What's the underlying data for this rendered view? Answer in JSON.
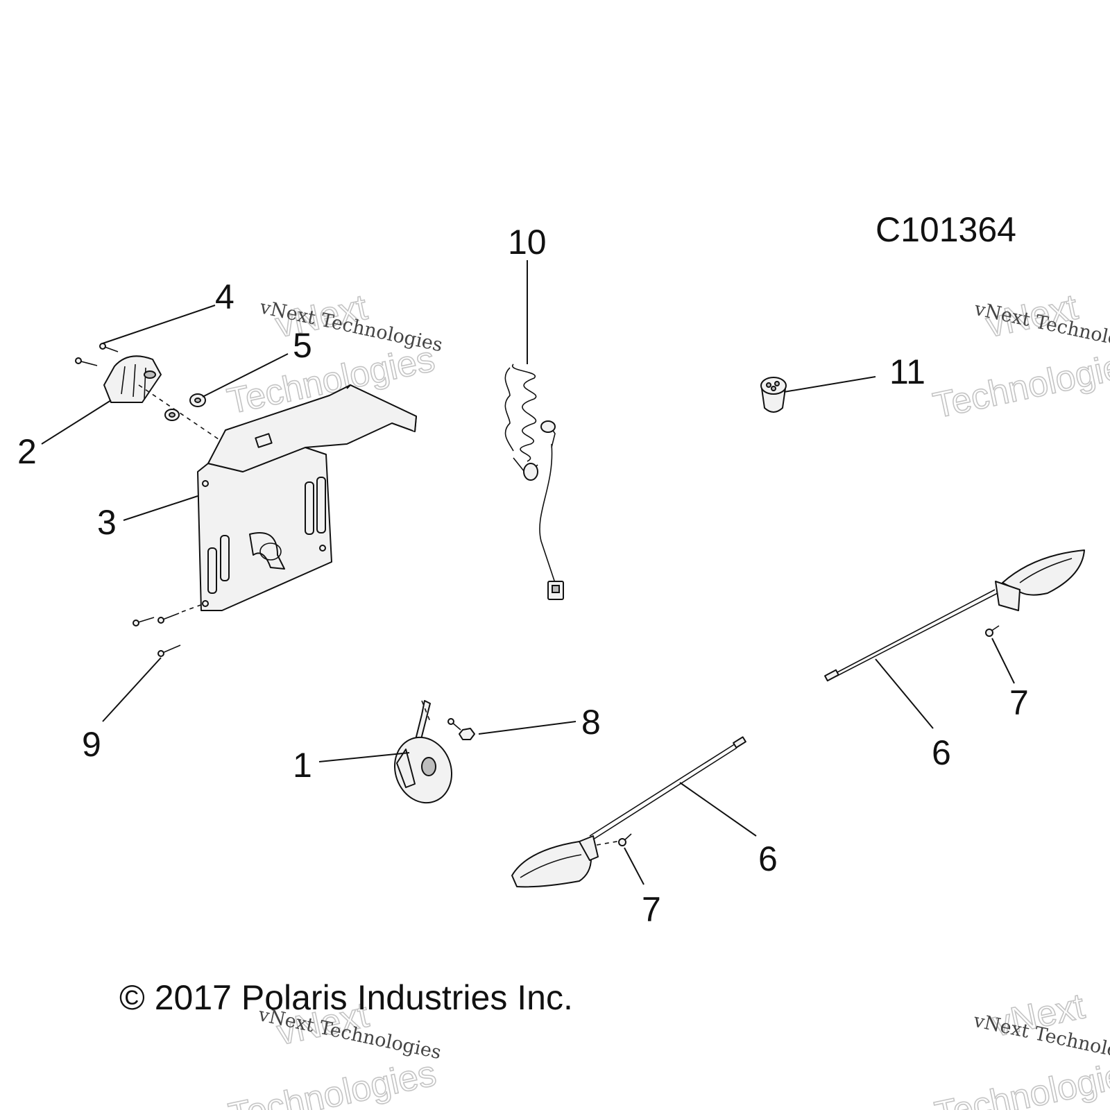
{
  "diagram": {
    "id_code": "C101364",
    "copyright": "© 2017 Polaris Industries Inc.",
    "callouts": {
      "c1": "1",
      "c2": "2",
      "c3": "3",
      "c4": "4",
      "c5": "5",
      "c6a": "6",
      "c6b": "6",
      "c7a": "7",
      "c7b": "7",
      "c8": "8",
      "c9": "9",
      "c10": "10",
      "c11": "11"
    }
  },
  "watermark": {
    "line_serif": "vNext Technologies",
    "word_a": "vNext",
    "word_b": "Technologies"
  }
}
